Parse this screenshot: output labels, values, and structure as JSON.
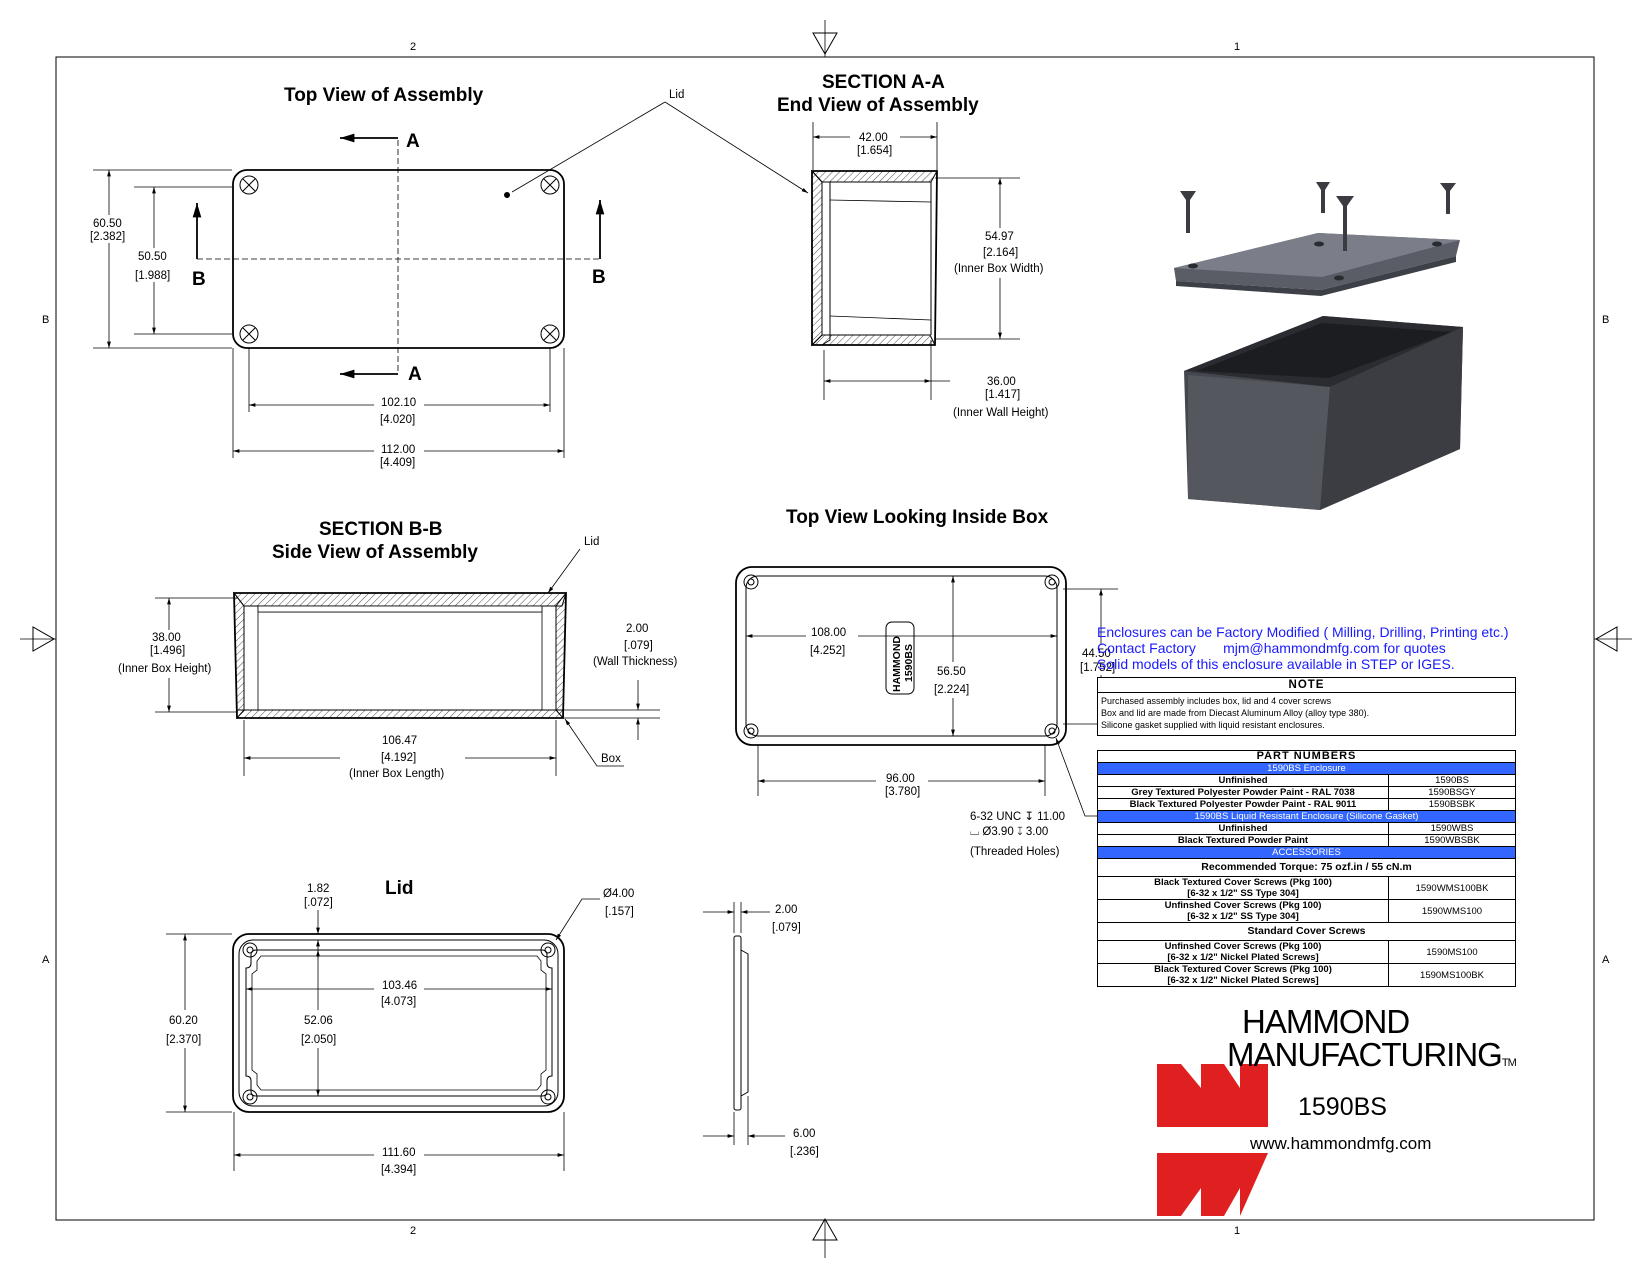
{
  "zones": {
    "top_left": "2",
    "top_right": "1",
    "bottom_left": "2",
    "bottom_right": "1",
    "left_upper": "B",
    "left_lower": "A",
    "right_upper": "B",
    "right_lower": "A"
  },
  "views": {
    "top_view": {
      "title": "Top View of Assembly",
      "section_a": "A",
      "section_b": "B",
      "lid_label": "Lid",
      "dim_height": [
        "60.50",
        "[2.382]"
      ],
      "dim_inner_height": [
        "50.50",
        "[1.988]"
      ],
      "dim_hole_span": [
        "102.10",
        "[4.020]"
      ],
      "dim_length": [
        "112.00",
        "[4.409]"
      ]
    },
    "section_aa": {
      "title1": "SECTION A-A",
      "title2": "End View of Assembly",
      "dim_top": [
        "42.00",
        "[1.654]"
      ],
      "dim_width": [
        "54.97",
        "[2.164]",
        "(Inner Box Width)"
      ],
      "dim_wall": [
        "36.00",
        "[1.417]",
        "(Inner Wall Height)"
      ]
    },
    "section_bb": {
      "title1": "SECTION B-B",
      "title2": "Side View of Assembly",
      "lid_label": "Lid",
      "box_label": "Box",
      "dim_height": [
        "38.00",
        "[1.496]",
        "(Inner Box Height)"
      ],
      "dim_wall": [
        "2.00",
        "[.079]",
        "(Wall Thickness)"
      ],
      "dim_length": [
        "106.47",
        "[4.192]",
        "(Inner Box Length)"
      ]
    },
    "inside_view": {
      "title": "Top View Looking Inside Box",
      "stamp1": "HAMMOND",
      "stamp2": "1590BS",
      "dim_length": [
        "108.00",
        "[4.252]"
      ],
      "dim_width": [
        "56.50",
        "[2.224]"
      ],
      "dim_hole_h": [
        "44.50",
        "[1.752]"
      ],
      "dim_hole_w": [
        "96.00",
        "[3.780]"
      ],
      "threaded": [
        "6-32 UNC ↧ 11.00",
        "⌴ Ø3.90 ↧ 3.00",
        "(Threaded Holes)"
      ]
    },
    "lid_view": {
      "title": "Lid",
      "dim_rim": [
        "1.82",
        "[.072]"
      ],
      "dim_hole": [
        "Ø4.00",
        "[.157]"
      ],
      "dim_inner_len": [
        "103.46",
        "[4.073]"
      ],
      "dim_height": [
        "60.20",
        "[2.370]"
      ],
      "dim_inner_h": [
        "52.06",
        "[2.050]"
      ],
      "dim_length": [
        "111.60",
        "[4.394]"
      ],
      "dim_thk": [
        "2.00",
        "[.079]"
      ],
      "dim_total": [
        "6.00",
        "[.236]"
      ]
    }
  },
  "info": {
    "line1": "Enclosures can be Factory Modified ( Milling, Drilling, Printing etc.)",
    "line2a": "Contact Factory",
    "line2b": "mjm@hammondmfg.com for quotes",
    "line3": "Solid models of this enclosure available in STEP or IGES."
  },
  "note": {
    "header": "NOTE",
    "lines": [
      "Purchased assembly includes box, lid and 4 cover screws",
      "Box and lid are made from Diecast Aluminum Alloy (alloy type 380).",
      "Silicone gasket supplied with liquid resistant enclosures."
    ]
  },
  "parts": {
    "header": "PART NUMBERS",
    "group1": "1590BS Enclosure",
    "g1_rows": [
      {
        "label": "Unfinished",
        "pn": "1590BS"
      },
      {
        "label": "Grey Textured Polyester Powder Paint - RAL 7038",
        "pn": "1590BSGY"
      },
      {
        "label": "Black Textured Polyester Powder Paint - RAL 9011",
        "pn": "1590BSBK"
      }
    ],
    "group2": "1590BS Liquid Resistant Enclosure (Silicone Gasket)",
    "g2_rows": [
      {
        "label": "Unfinished",
        "pn": "1590WBS"
      },
      {
        "label": "Black Textured Powder Paint",
        "pn": "1590WBSBK"
      }
    ],
    "group3": "ACCESSORIES",
    "torque": "Recommended Torque: 75 ozf.in / 55 cN.m",
    "acc_rows": [
      {
        "l1": "Black Textured Cover Screws (Pkg 100)",
        "l2": "[6-32 x 1/2\" SS Type 304]",
        "pn": "1590WMS100BK"
      },
      {
        "l1": "Unfinshed Cover Screws (Pkg 100)",
        "l2": "[6-32 x 1/2\" SS Type 304]",
        "pn": "1590WMS100"
      }
    ],
    "standard": "Standard Cover Screws",
    "std_rows": [
      {
        "l1": "Unfinshed Cover Screws (Pkg 100)",
        "l2": "[6-32 x 1/2\" Nickel Plated Screws]",
        "pn": "1590MS100"
      },
      {
        "l1": "Black Textured Cover Screws (Pkg 100)",
        "l2": "[6-32 x 1/2\" Nickel Plated Screws]",
        "pn": "1590MS100BK"
      }
    ]
  },
  "brand": {
    "line1": "HAMMOND",
    "line2": "MANUFACTURING",
    "tm": "TM",
    "model": "1590BS",
    "website": "www.hammondmfg.com",
    "logo_color": "#e02020"
  },
  "colors": {
    "info_blue": "#1a1aff",
    "table_blue": "#3366ff"
  }
}
